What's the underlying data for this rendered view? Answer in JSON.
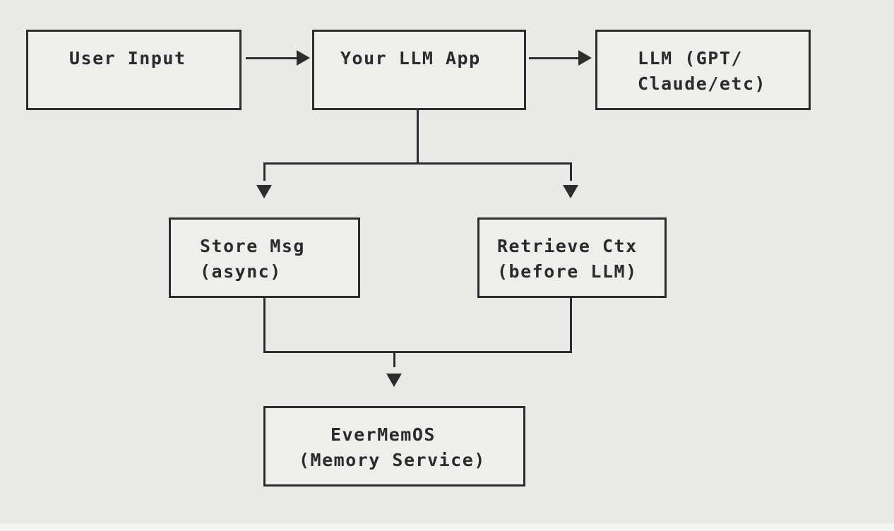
{
  "diagram": {
    "title": "LLM app memory integration flowchart",
    "colors": {
      "background": "#e9e9e8",
      "node_fill": "#eeeeed",
      "stroke": "#2d2d2d",
      "text": "#2b2b2b",
      "bottom_strip": "#f4f4f3"
    },
    "nodes": [
      {
        "id": "user-input",
        "lines": [
          "User Input"
        ]
      },
      {
        "id": "llm-app",
        "lines": [
          "Your LLM App"
        ]
      },
      {
        "id": "llm",
        "lines": [
          "LLM (GPT/",
          "Claude/etc)"
        ]
      },
      {
        "id": "store-msg",
        "lines": [
          "Store Msg",
          "(async)"
        ]
      },
      {
        "id": "retrieve-ctx",
        "lines": [
          "Retrieve Ctx",
          "(before LLM)"
        ]
      },
      {
        "id": "evermemos",
        "lines": [
          "EverMemOS",
          "(Memory Service)"
        ]
      }
    ],
    "edges": [
      {
        "from": "user-input",
        "to": "llm-app",
        "style": "arrow-right"
      },
      {
        "from": "llm-app",
        "to": "llm",
        "style": "arrow-right"
      },
      {
        "from": "llm-app",
        "to": "store-msg",
        "style": "arrow-down-branch"
      },
      {
        "from": "llm-app",
        "to": "retrieve-ctx",
        "style": "arrow-down-branch"
      },
      {
        "from": "store-msg",
        "to": "evermemos",
        "style": "merge-arrow-down"
      },
      {
        "from": "retrieve-ctx",
        "to": "evermemos",
        "style": "merge-arrow-down"
      }
    ]
  }
}
